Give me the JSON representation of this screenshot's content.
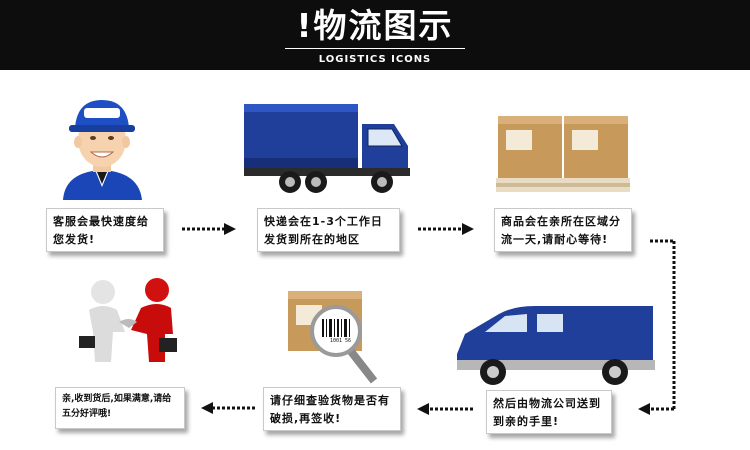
{
  "header": {
    "title": "!物流图示",
    "subtitle": "LOGISTICS ICONS"
  },
  "steps": [
    {
      "text": "客服会最快速度给您发货!"
    },
    {
      "text": "快递会在1-3个工作日发货到所在的地区"
    },
    {
      "text": "商品会在亲所在区域分流一天,请耐心等待!"
    },
    {
      "text": "然后由物流公司送到到亲的手里!"
    },
    {
      "text": "请仔细查验货物是否有破损,再签收!"
    },
    {
      "text": "亲,收到货后,如果满意,请给五分好评哦!"
    }
  ],
  "barcode_text": "1001 56",
  "icons": [
    "customer-service-agent-icon",
    "delivery-truck-icon",
    "boxes-on-pallet-icon",
    "delivery-van-icon",
    "package-magnifier-icon",
    "handshake-icon"
  ],
  "colors": {
    "header_bg": "#0d0d0d",
    "truck_blue": "#1f3f9a",
    "box_brown": "#c79a5b",
    "handshake_red": "#d11010"
  }
}
